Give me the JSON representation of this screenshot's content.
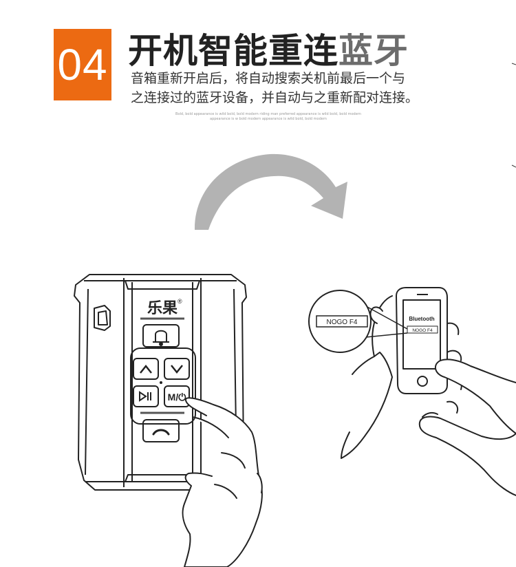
{
  "badge": {
    "number": "04",
    "color": "#ec6a12"
  },
  "title": {
    "part_dark": "开机智能重连",
    "part_grey": "蓝牙"
  },
  "description": {
    "line1": "音箱重新开启后，将自动搜索关机前最后一个与",
    "line2": "之连接过的蓝牙设备，并自动与之重新配对连接。"
  },
  "fine_print": {
    "line1": "Bold, bold appearance is wild  bold, bold modern riding man preferred  appearance is wild  bold, bold modern",
    "line2": "appearance is w bold modern  appearance is wild  bold, bold modern"
  },
  "speaker": {
    "brand": "乐果",
    "registered_mark": "®",
    "mode_button_label": "M/⏻",
    "icons": [
      "bell-icon",
      "volume-up-icon",
      "volume-down-icon",
      "play-pause-icon",
      "mode-power-icon",
      "phone-hangup-icon"
    ]
  },
  "phone": {
    "screen_heading": "Bluetooth",
    "device_name": "NOGO F4",
    "callout_device_name": "NOGO F4"
  }
}
